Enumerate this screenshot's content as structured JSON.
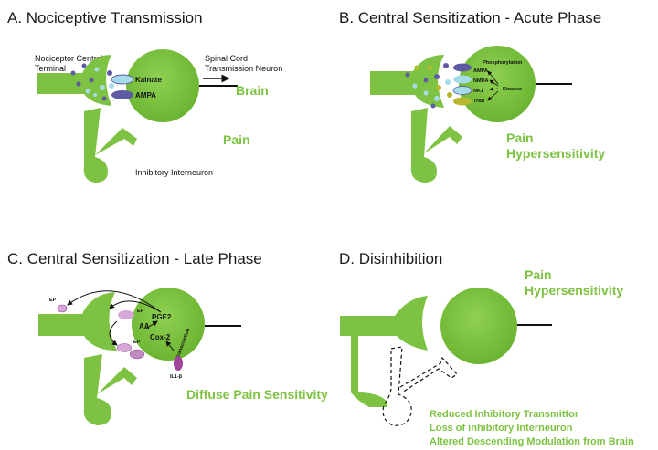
{
  "colors": {
    "neuron": "#7dc242",
    "green_text": "#7dc242",
    "purple": "#5e5aa3",
    "light_blue": "#a6dcea",
    "olive": "#b8b82e",
    "pink": "#d9a6d9",
    "magenta": "#a0439a"
  },
  "panel_a": {
    "title": "A.  Nociceptive Transmission",
    "nociceptor_label_1": "Nociceptor Central",
    "nociceptor_label_2": "Terminal",
    "spinal_label_1": "Spinal Cord",
    "spinal_label_2": "Transmission Neuron",
    "receptor_1": "Kainate",
    "receptor_2": "AMPA",
    "brain": "Brain",
    "pain": "Pain",
    "interneuron": "Inhibitory Interneuron"
  },
  "panel_b": {
    "title": "B.  Central Sensitization - Acute Phase",
    "phosphorylation": "Phosphorylation",
    "receptors": [
      "AMPA",
      "NMDA",
      "NK1",
      "TrkB"
    ],
    "kinases": "Kinases",
    "outcome_1": "Pain",
    "outcome_2": "Hypersensitivity"
  },
  "panel_c": {
    "title": "C.  Central Sensitization - Late Phase",
    "ep_1": "EP",
    "ep_2": "EP",
    "ep_3": "EP",
    "pge2": "PGE2",
    "aa": "AA",
    "cox2": "Cox-2",
    "transcription": "transcription",
    "il1b": "IL1-β",
    "outcome": "Diffuse Pain Sensitivity"
  },
  "panel_d": {
    "title": "D.  Disinhibition",
    "outcome_1": "Pain",
    "outcome_2": "Hypersensitivity",
    "causes": [
      "Reduced Inhibitory Transmittor",
      "Loss of inhibitory Interneuron",
      "Altered Descending Modulation from Brain"
    ]
  }
}
